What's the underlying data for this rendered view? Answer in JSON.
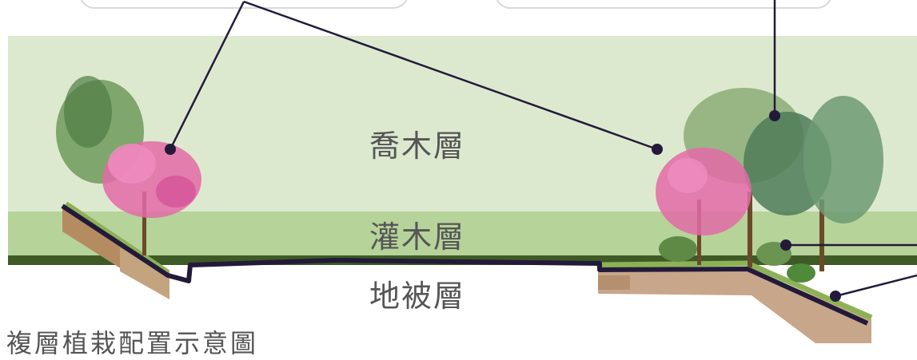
{
  "layers": {
    "tree": "喬木層",
    "shrub": "灌木層",
    "ground": "地被層"
  },
  "caption": "複層植栽配置示意圖",
  "colors": {
    "tree_band": "#dde9cf",
    "shrub_band": "#b6d39a",
    "ground_strip": "#3e5a26",
    "soil": "#c9a98a",
    "edge_line": "#231a3a",
    "blossom": "#e36aa8",
    "foliage": "#5b8a4a"
  }
}
